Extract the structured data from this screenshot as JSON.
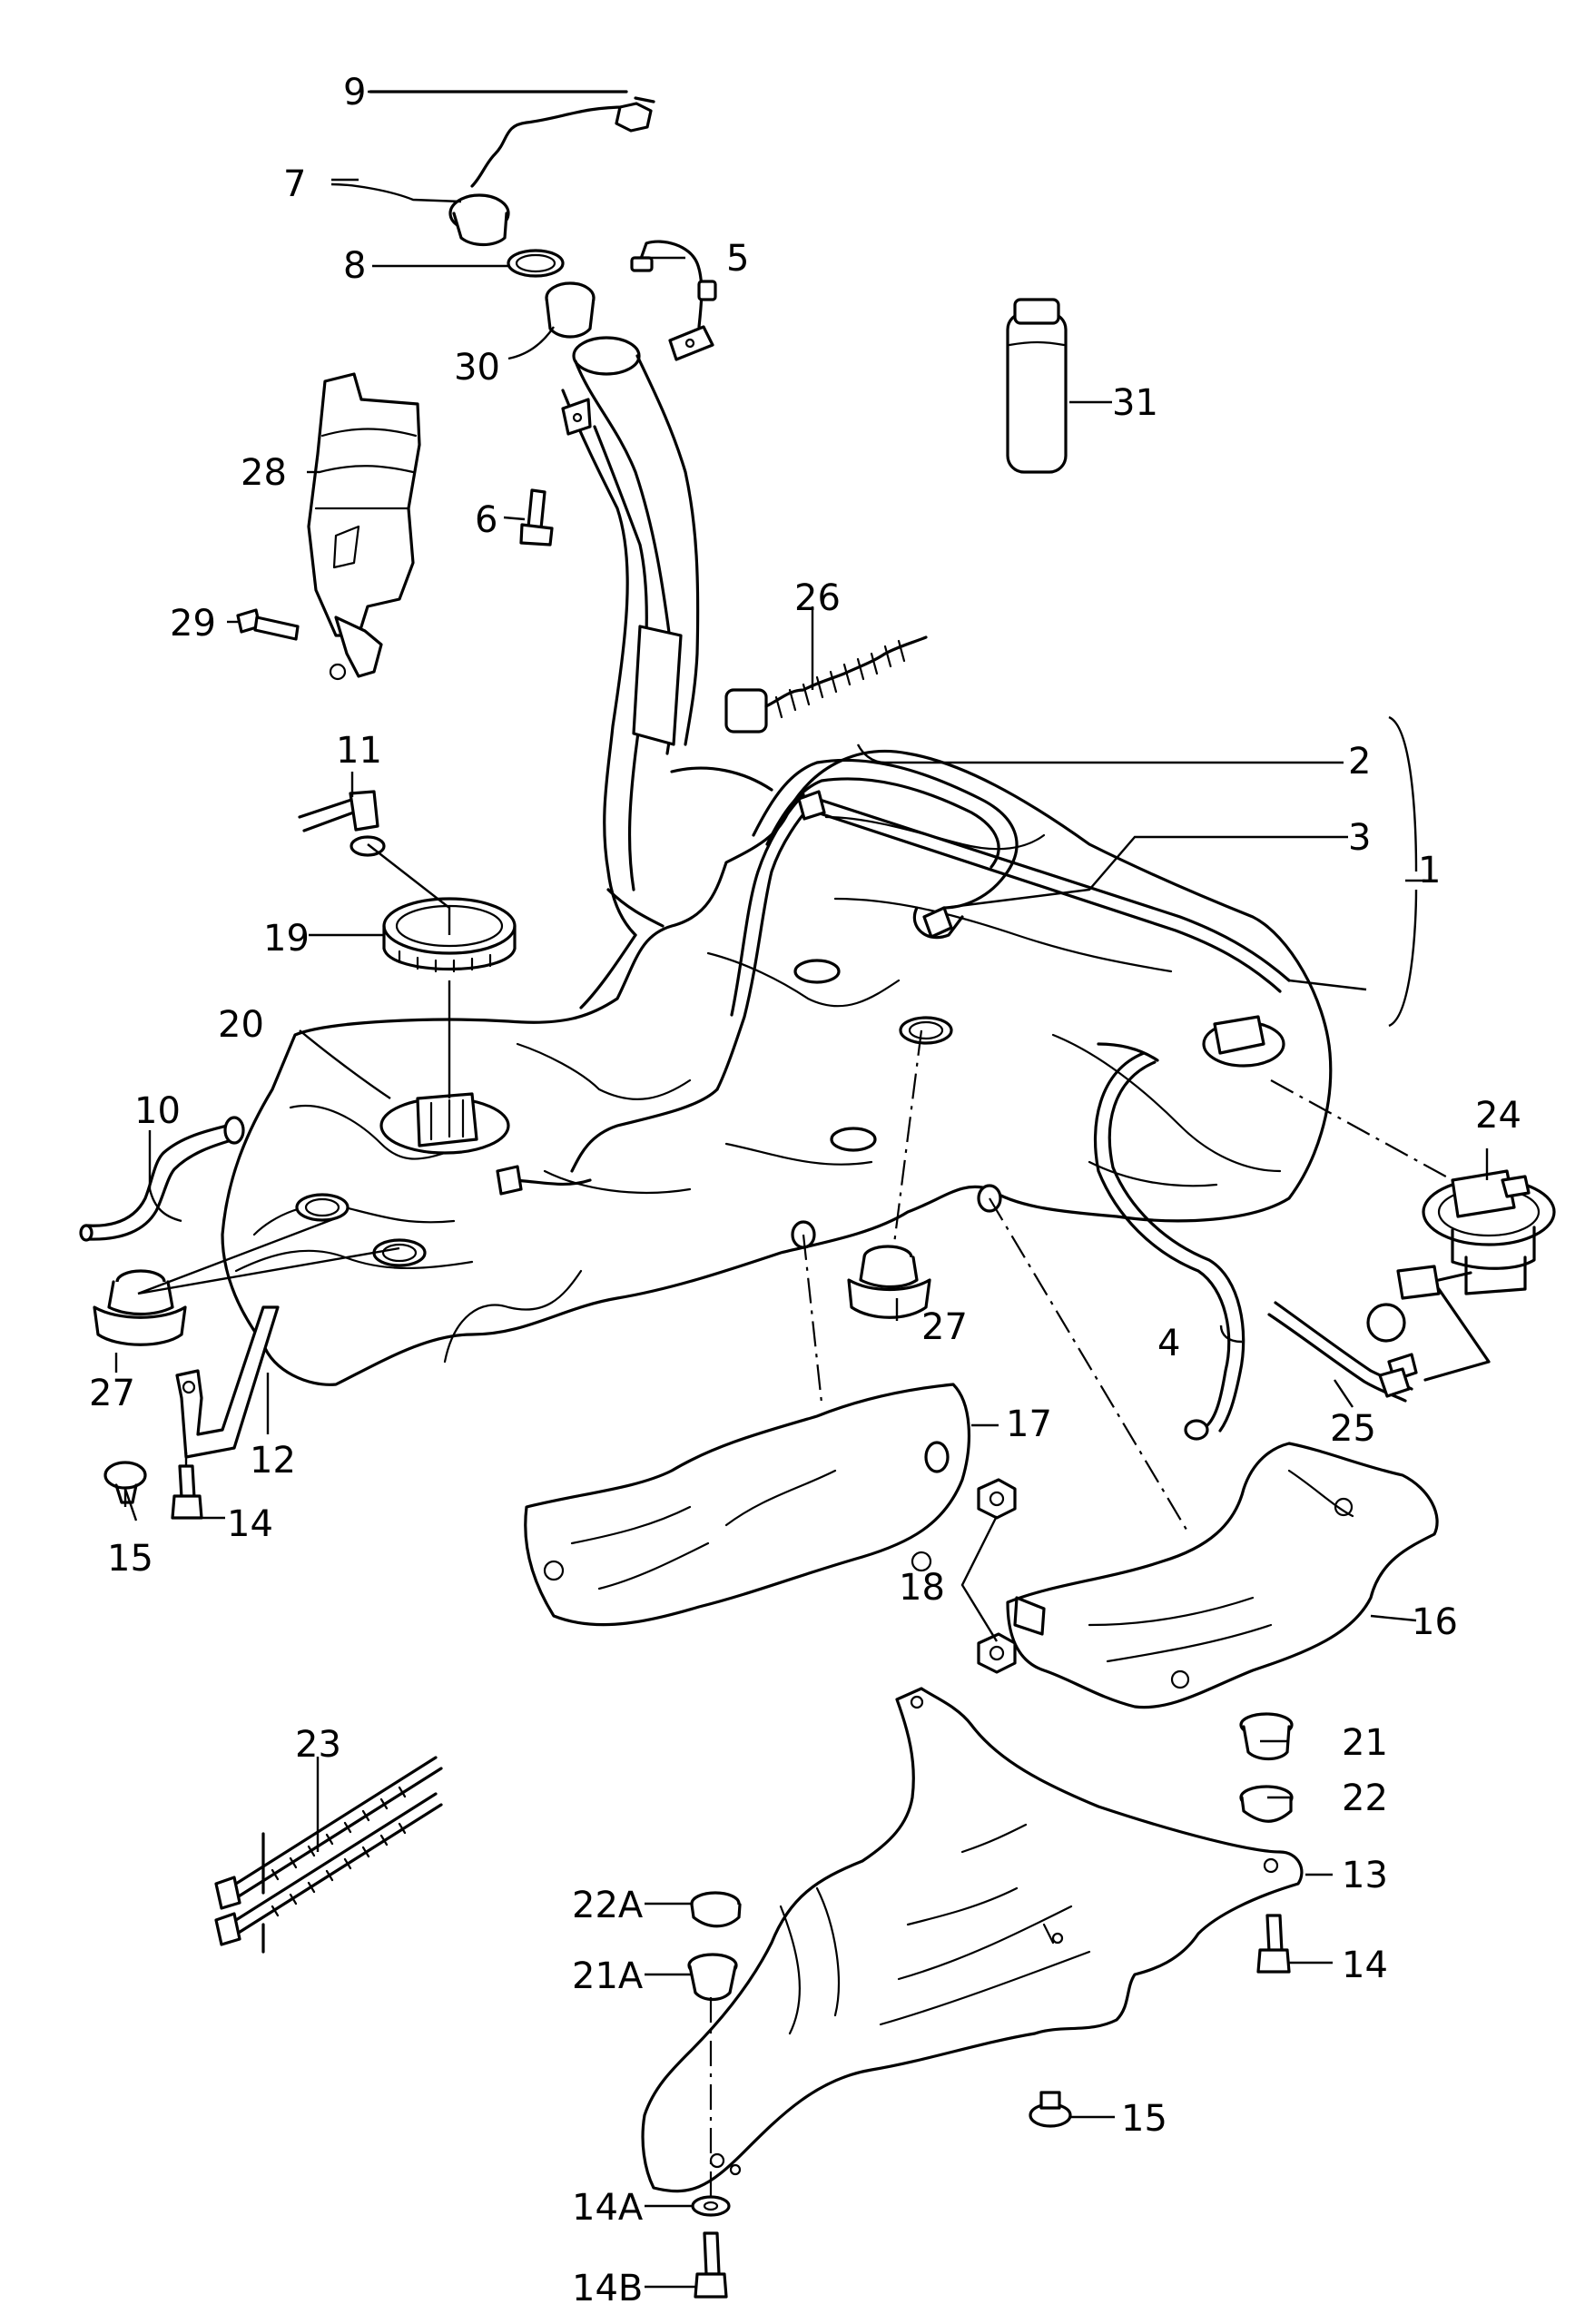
{
  "callouts": {
    "c1": "1",
    "c2": "2",
    "c3": "3",
    "c4": "4",
    "c5": "5",
    "c6": "6",
    "c7": "7",
    "c8": "8",
    "c9": "9",
    "c10": "10",
    "c11": "11",
    "c12": "12",
    "c13": "13",
    "c14_left": "14",
    "c14_right": "14",
    "c14A": "14A",
    "c14B": "14B",
    "c15_left": "15",
    "c15_right": "15",
    "c16": "16",
    "c17": "17",
    "c18": "18",
    "c19": "19",
    "c20": "20",
    "c21": "21",
    "c21A": "21A",
    "c22": "22",
    "c22A": "22A",
    "c23": "23",
    "c24": "24",
    "c25": "25",
    "c26": "26",
    "c27_left": "27",
    "c27_right": "27",
    "c28": "28",
    "c29": "29",
    "c30": "30",
    "c31": "31"
  }
}
